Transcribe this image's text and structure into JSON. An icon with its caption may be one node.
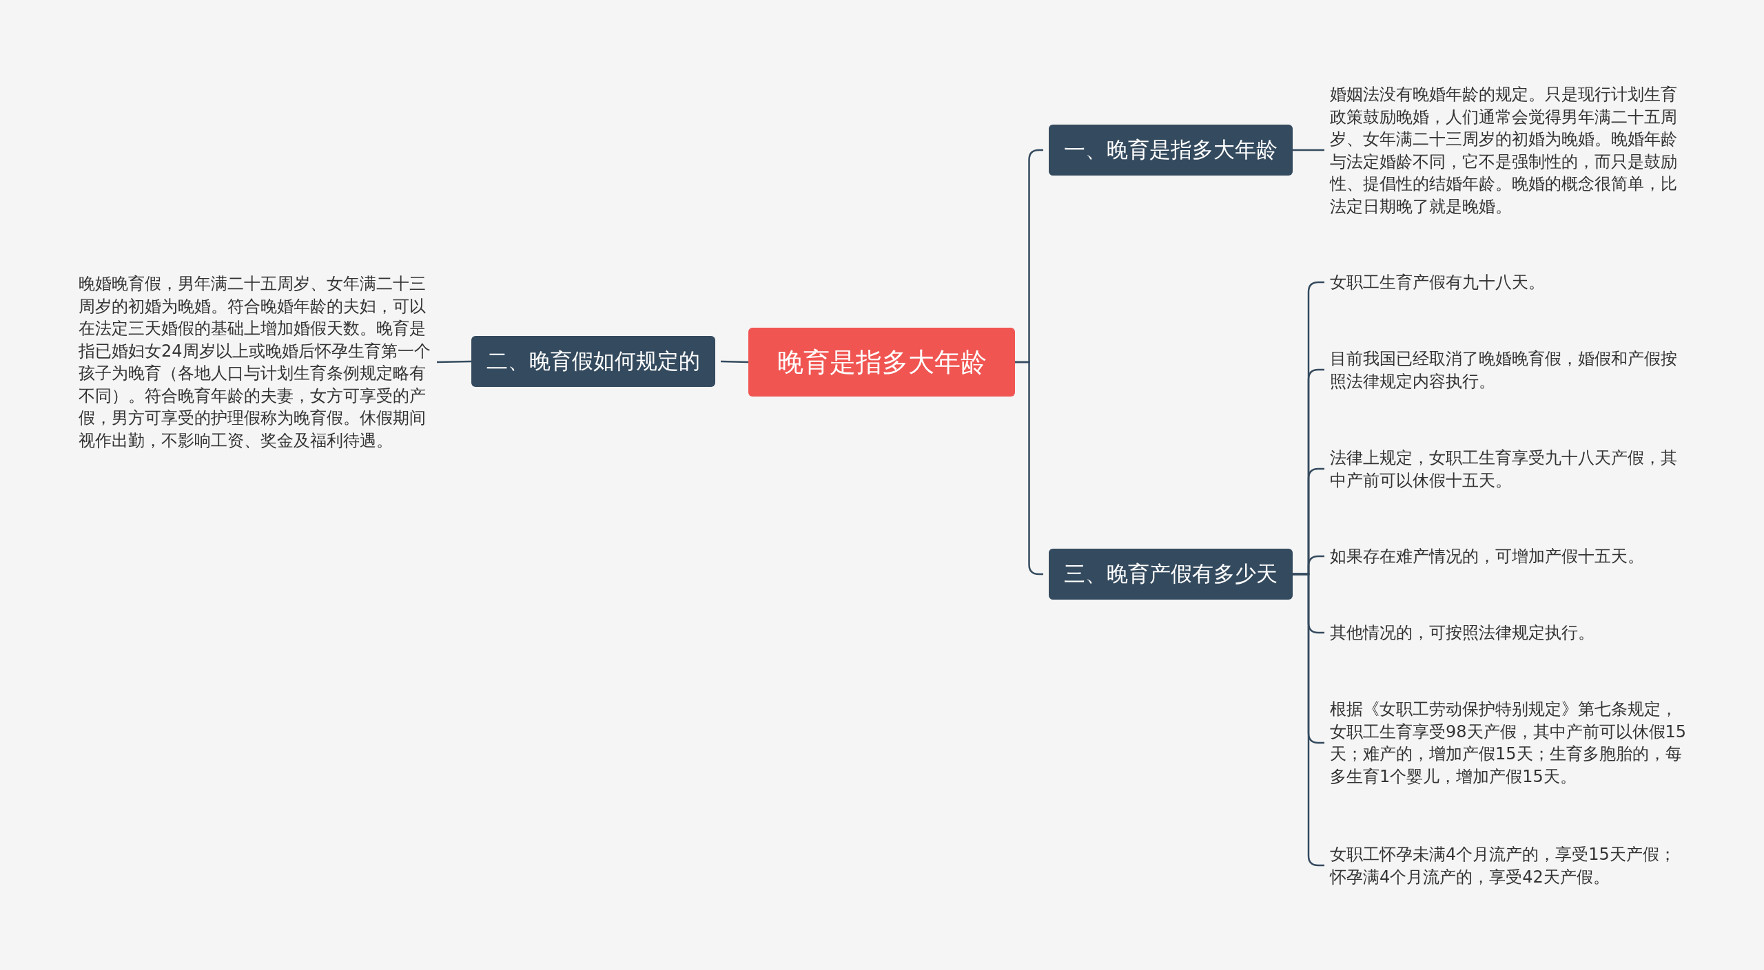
{
  "diagram": {
    "nodes": [
      {
        "text": [
          "晚育是指多大年龄"
        ]
      },
      {
        "text": [
          "一、晚育是指多大年龄"
        ]
      },
      {
        "text": [
          "婚姻法没有晚婚年龄的规定。只是现行计划生育政策鼓励晚婚，人们通常会觉得男年满二十五周岁、女年满二十三周岁的初婚为晚婚。晚婚年龄与法定婚龄不同，它不是强制性的，而只是鼓励性、提倡性的结婚年龄。晚婚的概念很简单，比法定日期晚了就是晚婚。"
        ]
      },
      {
        "text": [
          "二、晚育假如何规定的"
        ]
      },
      {
        "text": [
          "晚婚晚育假，男年满二十五周岁、女年满二十三周岁的初婚为晚婚。符合晚婚年龄的夫妇，可以在法定三天婚假的基础上增加婚假天数。晚育是指已婚妇女24周岁以上或晚婚后怀孕生育第一个孩子为晚育（各地人口与计划生育条例规定略有不同）。符合晚育年龄的夫妻，女方可享受的产假，男方可享受的护理假称为晚育假。休假期间视作出勤，不影响工资、奖金及福利待遇。"
        ]
      },
      {
        "text": [
          "三、晚育产假有多少天"
        ]
      },
      {
        "text": [
          "女职工生育产假有九十八天。"
        ]
      },
      {
        "text": [
          "目前我国已经取消了晚婚晚育假，婚假和产假按照法律规定内容执行。"
        ]
      },
      {
        "text": [
          "法律上规定，女职工生育享受九十八天产假，其中产前可以休假十五天。"
        ]
      },
      {
        "text": [
          "如果存在难产情况的，可增加产假十五天。"
        ]
      },
      {
        "text": [
          "其他情况的，可按照法律规定执行。"
        ]
      },
      {
        "text": [
          "根据《女职工劳动保护特别规定》第七条规定，女职工生育享受98天产假，其中产前可以休假15天；难产的，增加产假15天；生育多胞胎的，每多生育1个婴儿，增加产假15天。"
        ]
      },
      {
        "text": [
          "女职工怀孕未满4个月流产的，享受15天产假；怀孕满4个月流产的，享受42天产假。"
        ]
      }
    ],
    "edges": [
      {
        "from": 0,
        "to": 1,
        "arrow": "none"
      },
      {
        "from": 1,
        "to": 2,
        "arrow": "none"
      },
      {
        "from": 0,
        "to": 3,
        "arrow": "none"
      },
      {
        "from": 3,
        "to": 4,
        "arrow": "none"
      },
      {
        "from": 0,
        "to": 5,
        "arrow": "none"
      },
      {
        "from": 5,
        "to": 6,
        "arrow": "none"
      },
      {
        "from": 5,
        "to": 7,
        "arrow": "none"
      },
      {
        "from": 5,
        "to": 8,
        "arrow": "none"
      },
      {
        "from": 5,
        "to": 9,
        "arrow": "none"
      },
      {
        "from": 5,
        "to": 10,
        "arrow": "none"
      },
      {
        "from": 5,
        "to": 11,
        "arrow": "none"
      },
      {
        "from": 5,
        "to": 12,
        "arrow": "none"
      }
    ]
  }
}
